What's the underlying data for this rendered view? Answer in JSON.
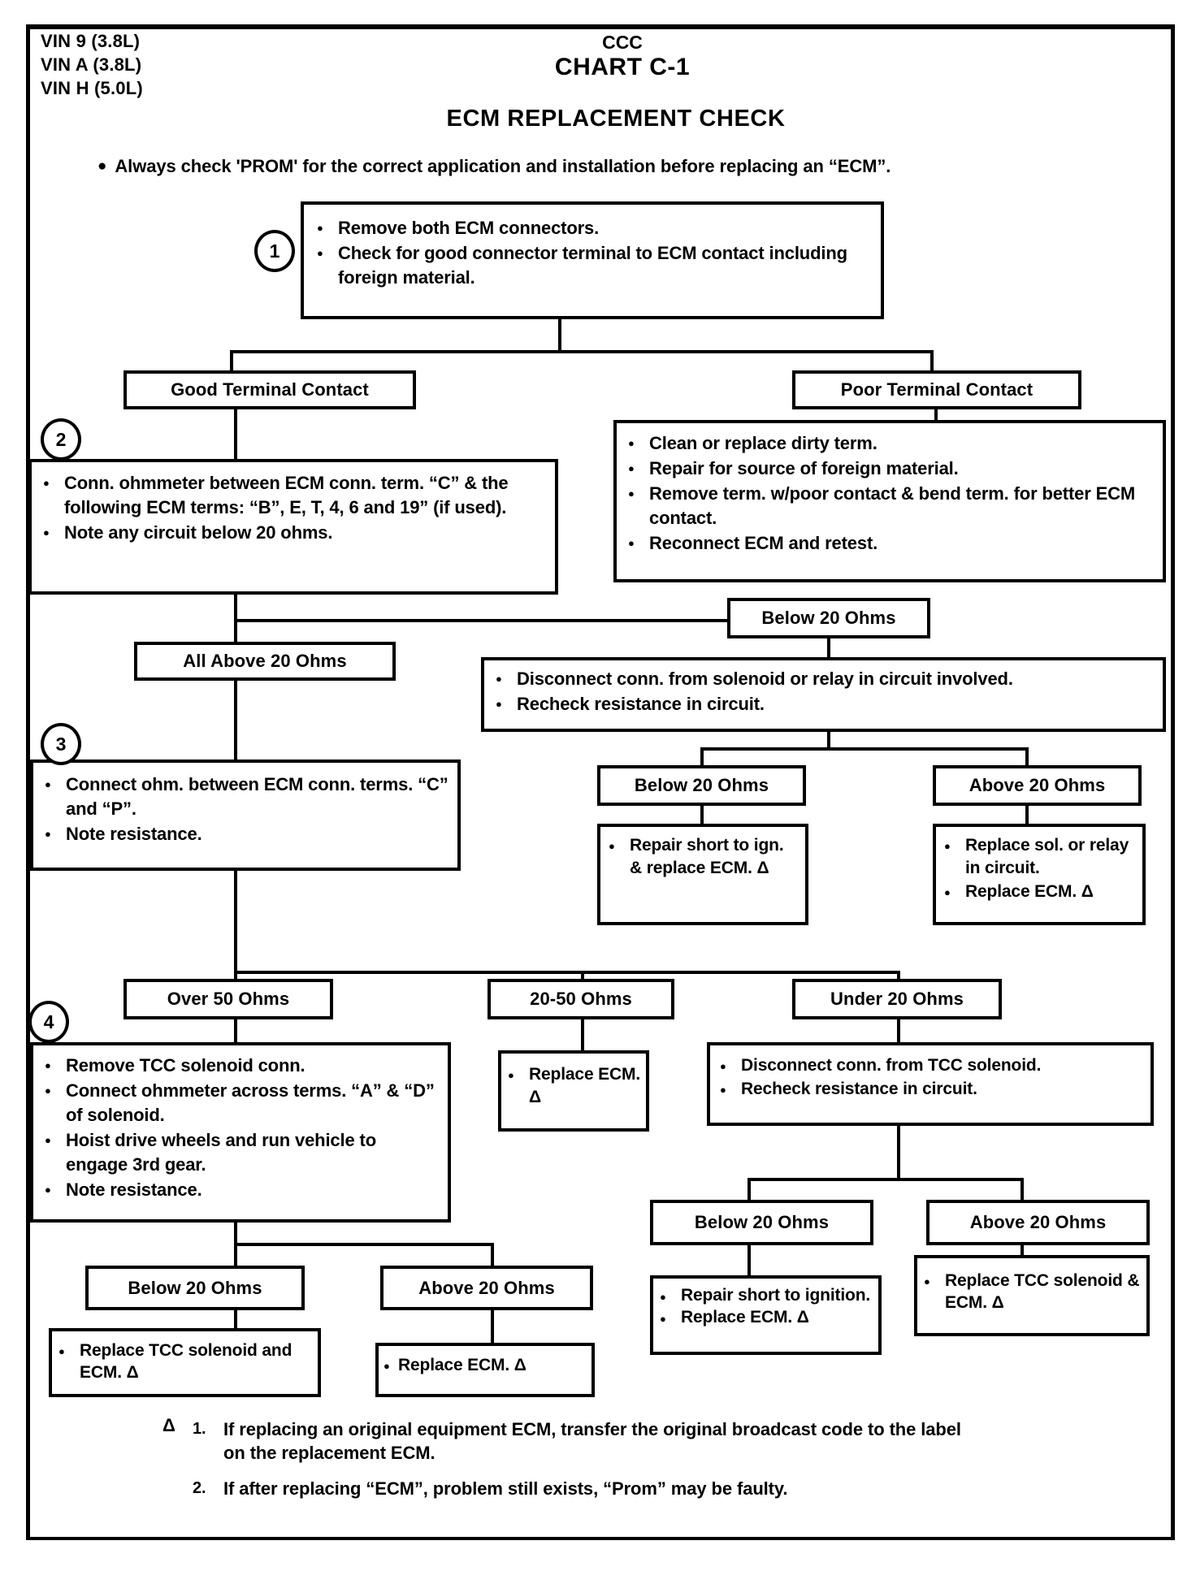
{
  "header": {
    "vin_lines": "VIN 9 (3.8L)\nVIN A (3.8L)\nVIN H (5.0L)",
    "system": "CCC",
    "chart_number": "CHART C-1",
    "title": "ECM REPLACEMENT CHECK",
    "note": "Always check 'PROM' for the correct application and installation before replacing an “ECM”."
  },
  "steps": {
    "one": "1",
    "two": "2",
    "three": "3",
    "four": "4"
  },
  "boxes": {
    "step1": {
      "items": [
        "Remove both ECM connectors.",
        "Check for good connector terminal to ECM contact including foreign material."
      ]
    },
    "good_terminal": "Good Terminal Contact",
    "poor_terminal": "Poor Terminal Contact",
    "poor_actions": {
      "items": [
        "Clean or replace dirty term.",
        "Repair for source of foreign material.",
        "Remove term. w/poor contact & bend term. for better ECM contact.",
        "Reconnect ECM and retest."
      ]
    },
    "step2": {
      "items": [
        "Conn. ohmmeter between ECM conn. term. “C” & the following ECM terms: “B”, E, T, 4, 6 and 19” (if used).",
        "Note any circuit below 20 ohms."
      ]
    },
    "below20_a": "Below 20 Ohms",
    "all_above20": "All Above 20 Ohms",
    "disconnect_relay": {
      "items": [
        "Disconnect conn. from solenoid or relay in circuit involved.",
        "Recheck resistance in circuit."
      ]
    },
    "below20_b": "Below 20 Ohms",
    "above20_b": "Above 20 Ohms",
    "repair_short_ign": {
      "items": [
        "Repair short to ign. & replace ECM. Δ"
      ]
    },
    "replace_sol_relay": {
      "items": [
        "Replace sol. or relay in circuit.",
        "Replace ECM. Δ"
      ]
    },
    "step3": {
      "items": [
        "Connect ohm. between ECM conn. terms. “C” and “P”.",
        "Note resistance."
      ]
    },
    "over50": "Over  50 Ohms",
    "ohms_20_50": "20-50 Ohms",
    "under20": "Under  20 Ohms",
    "step4": {
      "items": [
        "Remove TCC solenoid conn.",
        "Connect ohmmeter across terms. “A” & “D” of solenoid.",
        "Hoist drive wheels and run vehicle to engage 3rd gear.",
        "Note resistance."
      ]
    },
    "replace_ecm_mid": {
      "items": [
        "Replace ECM. Δ"
      ]
    },
    "disconnect_tcc": {
      "items": [
        "Disconnect conn. from TCC solenoid.",
        "Recheck resistance in circuit."
      ]
    },
    "below20_c": "Below 20 Ohms",
    "above20_c": "Above 20 Ohms",
    "below20_d": "Below 20 Ohms",
    "above20_d": "Above 20 Ohms",
    "replace_tcc_and_ecm": {
      "items": [
        "Replace TCC solenoid and ECM. Δ"
      ]
    },
    "replace_ecm_only": {
      "items": [
        "Replace ECM. Δ"
      ]
    },
    "repair_short_ignition": {
      "items": [
        "Repair short to ignition.",
        "Replace ECM. Δ"
      ]
    },
    "replace_tcc_sol_ecm": {
      "items": [
        "Replace TCC solenoid & ECM. Δ"
      ]
    }
  },
  "footnotes": {
    "symbol": "Δ",
    "items": [
      {
        "num": "1.",
        "text": "If replacing an original equipment ECM, transfer the original broadcast code to the label on the replacement ECM."
      },
      {
        "num": "2.",
        "text": "If after replacing “ECM”, problem still exists, “Prom” may be faulty."
      }
    ]
  }
}
